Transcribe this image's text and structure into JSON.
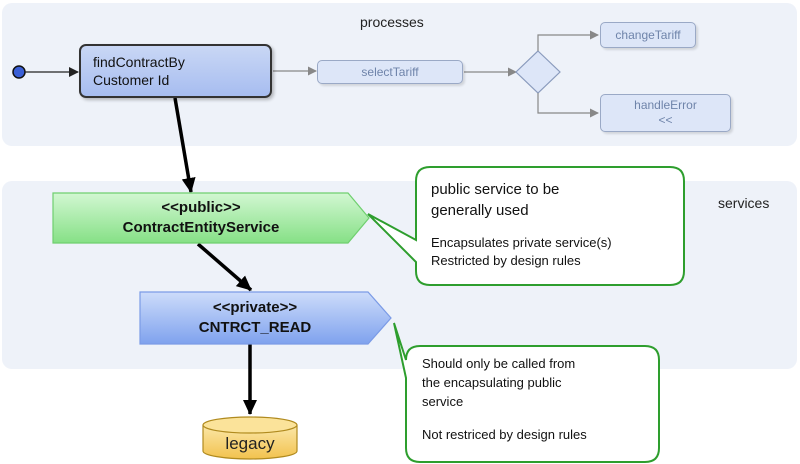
{
  "lanes": {
    "processes_label": "processes",
    "services_label": "services"
  },
  "process_nodes": {
    "find_contract_line1": "findContractBy",
    "find_contract_line2": "Customer Id",
    "select_tariff": "selectTariff",
    "change_tariff": "changeTariff",
    "handle_error_line1": "handleError",
    "handle_error_line2": "<<"
  },
  "service_nodes": {
    "public_stereotype": "<<public>>",
    "public_name": "ContractEntityService",
    "private_stereotype": "<<private>>",
    "private_name": "CNTRCT_READ"
  },
  "callouts": {
    "public_line1": "public service to be",
    "public_line2": "generally used",
    "public_line3": "Encapsulates private service(s)",
    "public_line4": "Restricted by design rules",
    "private_line1": "Should only be called from",
    "private_line2": "the encapsulating public",
    "private_line3": "service",
    "private_line4": "Not restriced by design rules"
  },
  "legacy_label": "legacy",
  "colors": {
    "process_lane": "#eef2f9",
    "public_service": "#b4eeb4",
    "private_service": "#a9c2f4",
    "callout_border": "#2e9e2e",
    "legacy_db": "#f7d77a"
  }
}
